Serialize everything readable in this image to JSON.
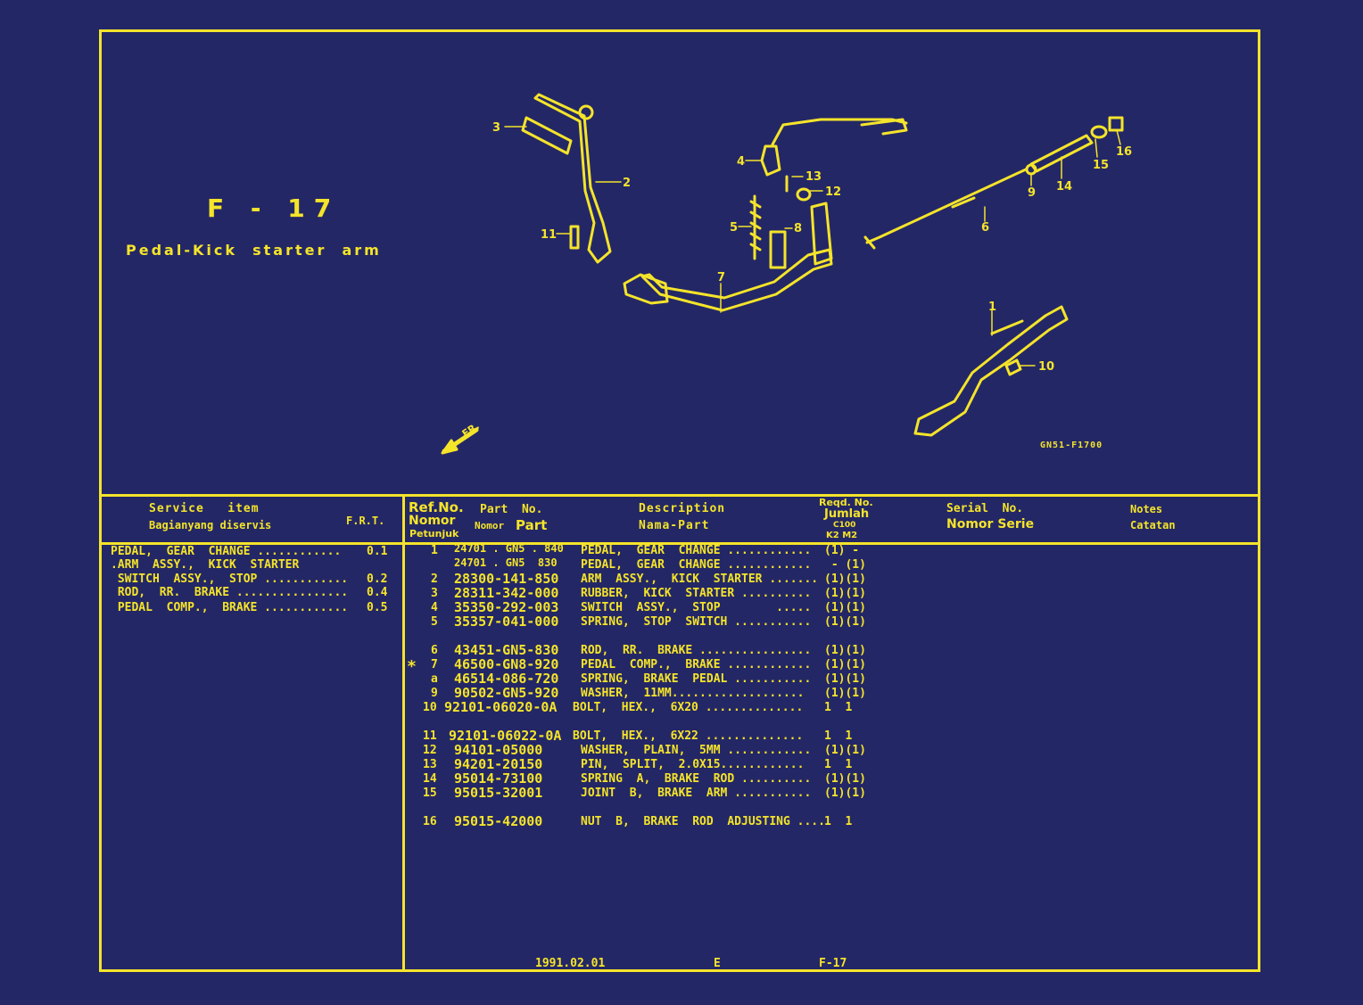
{
  "figure": {
    "code": "F - 17",
    "name": "Pedal-Kick  starter  arm",
    "drawing_no": "GN51-F1700",
    "front_marker": "FR.",
    "callouts": [
      "1",
      "2",
      "3",
      "4",
      "5",
      "6",
      "7",
      "8",
      "9",
      "10",
      "11",
      "12",
      "13",
      "14",
      "15",
      "16"
    ]
  },
  "headers": {
    "service_item": "Service   item",
    "service_item_id": "Bagianyang diservis",
    "frt": "F.R.T.",
    "ref_no": "Ref.No.",
    "ref_no_id": "Nomor",
    "ref_no_id2": "Petunjuk",
    "part_no": "Part  No.",
    "part_no_id_a": "Nomor",
    "part_no_id_b": "Part",
    "description": "Description",
    "description_id": "Nama-Part",
    "reqd": "Reqd. No.",
    "reqd_id": "Jumlah",
    "reqd_model": "C100",
    "reqd_variants": "K2 M2",
    "serial": "Serial  No.",
    "serial_id": "Nomor Serie",
    "notes": "Notes",
    "notes_id": "Catatan"
  },
  "service_items": [
    {
      "name": "PEDAL,  GEAR  CHANGE ............",
      "frt": "0.1"
    },
    {
      "name": ".ARM  ASSY.,  KICK  STARTER",
      "frt": ""
    },
    {
      "name": " SWITCH  ASSY.,  STOP ............",
      "frt": "0.2"
    },
    {
      "name": " ROD,  RR.  BRAKE ................",
      "frt": "0.4"
    },
    {
      "name": " PEDAL  COMP.,  BRAKE ............",
      "frt": "0.5"
    }
  ],
  "parts": [
    {
      "mark": "",
      "ref": "1",
      "part": "24701 . GN5 . 840",
      "desc": "PEDAL,  GEAR  CHANGE ............",
      "qty": "(1) -"
    },
    {
      "mark": "",
      "ref": "",
      "part": "24701 . GN5  830",
      "desc": "PEDAL,  GEAR  CHANGE ............",
      "qty": " - (1)"
    },
    {
      "mark": "",
      "ref": "2",
      "part": "28300-141-850",
      "desc": "ARM  ASSY.,  KICK  STARTER .......",
      "qty": "(1)(1)"
    },
    {
      "mark": "",
      "ref": "3",
      "part": "28311-342-000",
      "desc": "RUBBER,  KICK  STARTER ..........",
      "qty": "(1)(1)"
    },
    {
      "mark": "",
      "ref": "4",
      "part": "35350-292-003",
      "desc": "SWITCH  ASSY.,  STOP        .....",
      "qty": "(1)(1)"
    },
    {
      "mark": "",
      "ref": "5",
      "part": "35357-041-000",
      "desc": "SPRING,  STOP  SWITCH ...........",
      "qty": "(1)(1)"
    },
    {
      "mark": "",
      "ref": "6",
      "part": "43451-GN5-830",
      "desc": "ROD,  RR.  BRAKE ................",
      "qty": "(1)(1)"
    },
    {
      "mark": "*",
      "ref": "7",
      "part": "46500-GN8-920",
      "desc": "PEDAL  COMP.,  BRAKE ............",
      "qty": "(1)(1)"
    },
    {
      "mark": "",
      "ref": "a",
      "part": "46514-086-720",
      "desc": "SPRING,  BRAKE  PEDAL ...........",
      "qty": "(1)(1)"
    },
    {
      "mark": "",
      "ref": "9",
      "part": "90502-GN5-920",
      "desc": "WASHER,  11MM...................",
      "qty": "(1)(1)"
    },
    {
      "mark": "",
      "ref": "10",
      "part": "92101-06020-0A",
      "desc": "BOLT,  HEX.,  6X20 ..............",
      "qty": "1  1"
    },
    {
      "mark": "",
      "ref": "11",
      "part": "92101-06022-0A",
      "desc": "BOLT,  HEX.,  6X22 ..............",
      "qty": "1  1"
    },
    {
      "mark": "",
      "ref": "12",
      "part": "94101-05000",
      "desc": "WASHER,  PLAIN,  5MM ............",
      "qty": "(1)(1)"
    },
    {
      "mark": "",
      "ref": "13",
      "part": "94201-20150",
      "desc": "PIN,  SPLIT,  2.0X15............",
      "qty": "1  1"
    },
    {
      "mark": "",
      "ref": "14",
      "part": "95014-73100",
      "desc": "SPRING  A,  BRAKE  ROD ..........",
      "qty": "(1)(1)"
    },
    {
      "mark": "",
      "ref": "15",
      "part": "95015-32001",
      "desc": "JOINT  B,  BRAKE  ARM ...........",
      "qty": "(1)(1)"
    },
    {
      "mark": "",
      "ref": "16",
      "part": "95015-42000",
      "desc": "NUT  B,  BRAKE  ROD  ADJUSTING ....",
      "qty": "1  1"
    }
  ],
  "footer": {
    "date": "1991.02.01",
    "edition": "E",
    "page": "F-17"
  },
  "colors": {
    "background": "#242766",
    "ink": "#f4e42a"
  }
}
